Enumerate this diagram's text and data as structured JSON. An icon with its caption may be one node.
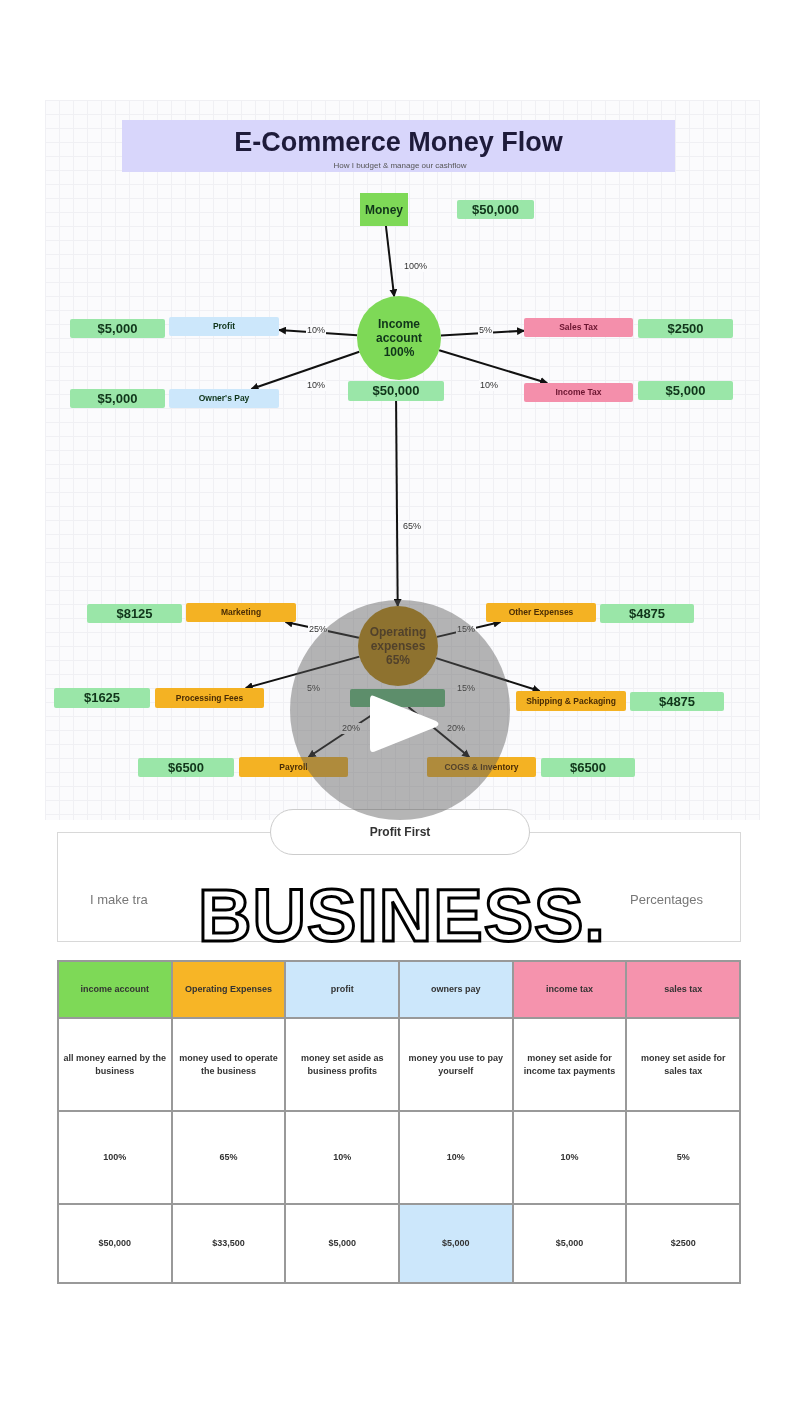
{
  "diagram": {
    "title": "E-Commerce Money Flow",
    "nodes": [
      {
        "text": [
          "Money"
        ]
      },
      {
        "text": [
          "$50,000"
        ]
      },
      {
        "text": [
          "Income account 100%"
        ]
      },
      {
        "text": [
          "$50,000"
        ]
      },
      {
        "text": [
          "$5,000"
        ]
      },
      {
        "text": [
          "Profit"
        ]
      },
      {
        "text": [
          "Sales Tax"
        ]
      },
      {
        "text": [
          "$2500"
        ]
      },
      {
        "text": [
          "$5,000"
        ]
      },
      {
        "text": [
          "Owner's Pay"
        ]
      },
      {
        "text": [
          "Income Tax"
        ]
      },
      {
        "text": [
          "$5,000"
        ]
      },
      {
        "text": [
          "$8125"
        ]
      },
      {
        "text": [
          "Marketing"
        ]
      },
      {
        "text": [
          "Other Expenses"
        ]
      },
      {
        "text": [
          "$4875"
        ]
      },
      {
        "text": [
          "Operating expenses 65%"
        ]
      },
      {
        "text": [],
        "shape": "box"
      },
      {
        "text": [
          "$1625"
        ]
      },
      {
        "text": [
          "Processing Fees"
        ]
      },
      {
        "text": [
          "Shipping & Packaging"
        ]
      },
      {
        "text": [
          "$4875"
        ]
      },
      {
        "text": [
          "$6500"
        ]
      },
      {
        "text": [
          "Payroll"
        ]
      },
      {
        "text": [
          "COGS & Inventory"
        ]
      },
      {
        "text": [
          "$6500"
        ]
      },
      {
        "text": [
          "Profit First"
        ]
      }
    ],
    "edges": [
      {
        "from": 0,
        "to": 2,
        "arrow": "to",
        "label": "100%"
      },
      {
        "from": 2,
        "to": 5,
        "arrow": "to",
        "label": "10%"
      },
      {
        "from": 2,
        "to": 9,
        "arrow": "to",
        "label": "10%"
      },
      {
        "from": 2,
        "to": 6,
        "arrow": "to",
        "label": "5%"
      },
      {
        "from": 2,
        "to": 10,
        "arrow": "to",
        "label": "10%"
      },
      {
        "from": 3,
        "to": 16,
        "arrow": "to",
        "label": "65%"
      },
      {
        "from": 16,
        "to": 13,
        "arrow": "to",
        "label": "25%"
      },
      {
        "from": 16,
        "to": 14,
        "arrow": "to",
        "label": "15%"
      },
      {
        "from": 16,
        "to": 19,
        "arrow": "to",
        "label": "5%"
      },
      {
        "from": 16,
        "to": 20,
        "arrow": "to",
        "label": "15%"
      },
      {
        "from": 17,
        "to": 23,
        "arrow": "to",
        "label": "20%"
      },
      {
        "from": 17,
        "to": 24,
        "arrow": "to",
        "label": "20%"
      }
    ],
    "labels": [
      "How I budget & manage our cashflow",
      "I make tra",
      "Percentages",
      "BUSINESS.",
      "income account",
      "Operating Expenses",
      "profit",
      "owners pay",
      "income tax",
      "sales tax",
      "all money earned by the business",
      "money used to operate the business",
      "money set aside as business profits",
      "money you use to pay yourself",
      "money set aside for income tax payments",
      "money set aside for sales tax",
      "100%",
      "65%",
      "10%",
      "10%",
      "10%",
      "5%",
      "$50,000",
      "$33,500",
      "$5,000",
      "$5,000",
      "$5,000",
      "$2500"
    ]
  }
}
